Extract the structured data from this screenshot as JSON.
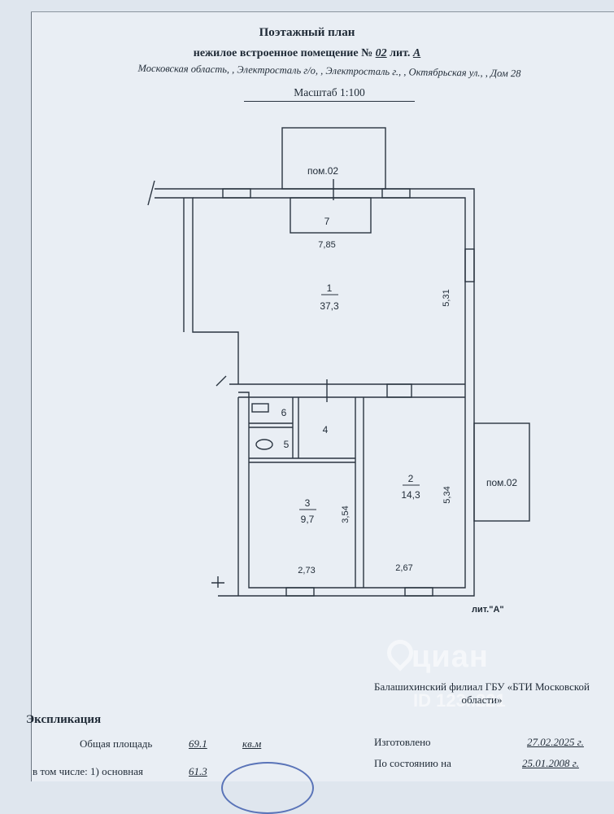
{
  "header": {
    "title": "Поэтажный план",
    "subtitle_prefix": "нежилое встроенное помещение  №",
    "room_no": "02",
    "lit_label": "лит.",
    "lit_value": "А",
    "address": "Московская область, , Электросталь г/о, , Электросталь г., , Октябрьская ул., , Дом 28",
    "scale": "Масштаб 1:100"
  },
  "plan": {
    "adjacent_top": "пом.02",
    "adjacent_right": "пом.02",
    "building_letter": "лит.\"А\"",
    "rooms": [
      {
        "no": "1",
        "area": "37,3"
      },
      {
        "no": "2",
        "area": "14,3"
      },
      {
        "no": "3",
        "area": "9,7"
      },
      {
        "no": "4",
        "area": ""
      },
      {
        "no": "5",
        "area": ""
      },
      {
        "no": "6",
        "area": ""
      },
      {
        "no": "7",
        "area": ""
      }
    ],
    "dimensions": [
      "7,85",
      "5,31",
      "5,34",
      "3,54",
      "2,73",
      "2,67"
    ]
  },
  "organization": {
    "line1": "Балашихинский филиал ГБУ «БТИ Московской",
    "line2": "области»"
  },
  "watermark": {
    "brand": "циан",
    "id": "ID 123..221"
  },
  "explication": {
    "title": "Экспликация",
    "total_label": "Общая площадь",
    "total_value": "69.1",
    "unit": "кв.м",
    "incl_label": "в том числе: 1) основная",
    "incl_value": "61.3"
  },
  "meta": {
    "made_label": "Изготовлено",
    "made_value": "27.02.2025 г.",
    "state_label": "По состоянию на",
    "state_value": "25.01.2008 г."
  }
}
